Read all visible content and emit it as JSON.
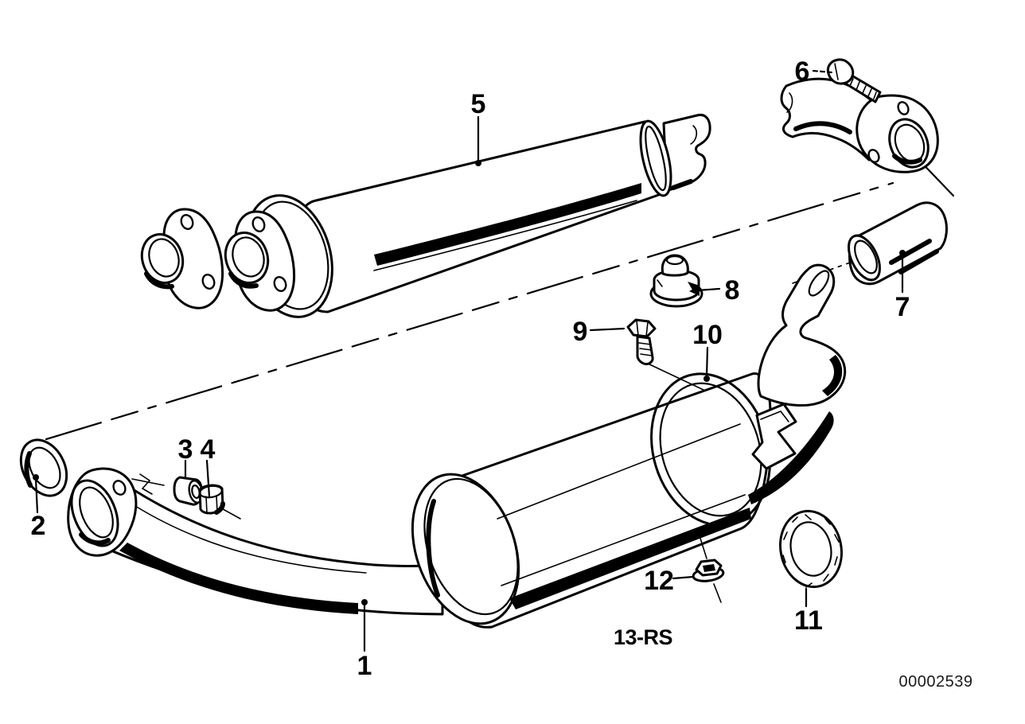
{
  "diagram": {
    "callouts": [
      {
        "label": "1"
      },
      {
        "label": "2"
      },
      {
        "label": "3"
      },
      {
        "label": "4"
      },
      {
        "label": "5"
      },
      {
        "label": "6"
      },
      {
        "label": "7"
      },
      {
        "label": "8"
      },
      {
        "label": "9"
      },
      {
        "label": "10"
      },
      {
        "label": "11"
      },
      {
        "label": "12"
      }
    ],
    "variant_code": "13-RS",
    "drawing_number": "00002539",
    "colors": {
      "line": "#000000",
      "background": "#ffffff"
    }
  }
}
